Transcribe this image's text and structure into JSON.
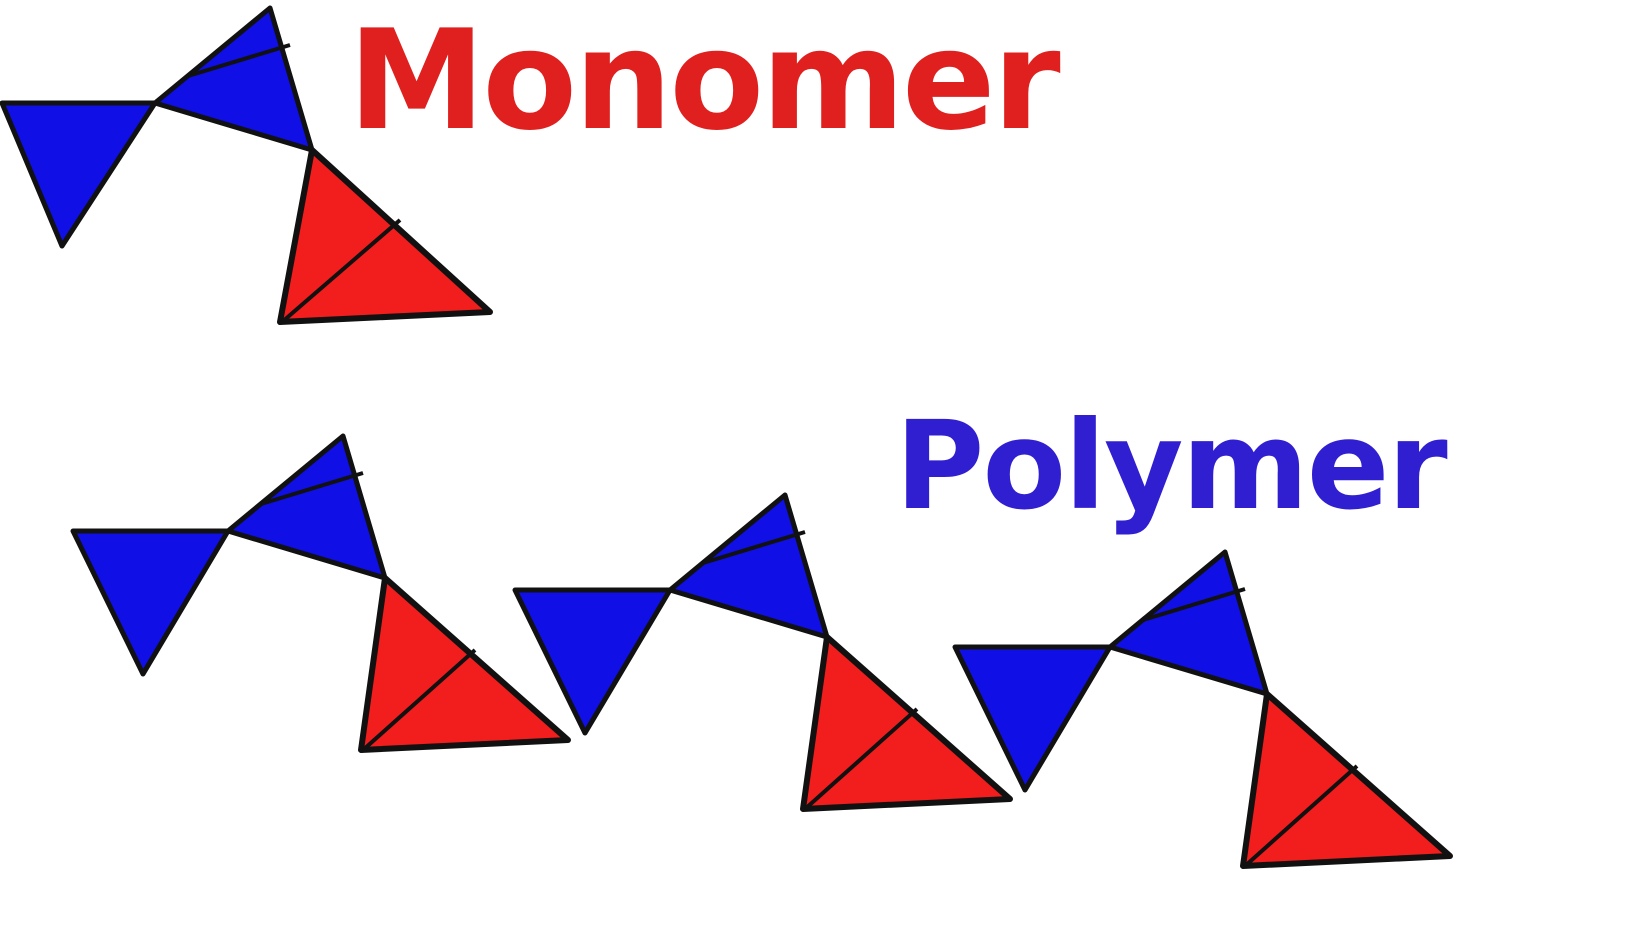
{
  "labels": {
    "monomer": "Monomer",
    "polymer": "Polymer"
  },
  "colors": {
    "monomer_label": "#e0201e",
    "polymer_label": "#2f1fd1",
    "blue_segment": "#0f0fe6",
    "red_segment": "#f21d1d",
    "outline": "#111111",
    "background": "#ffffff"
  },
  "structure": {
    "monomer_units": 1,
    "polymer_units": 3,
    "segments_per_unit": [
      "blue-triangle",
      "blue-triangle",
      "red-triangle"
    ]
  }
}
